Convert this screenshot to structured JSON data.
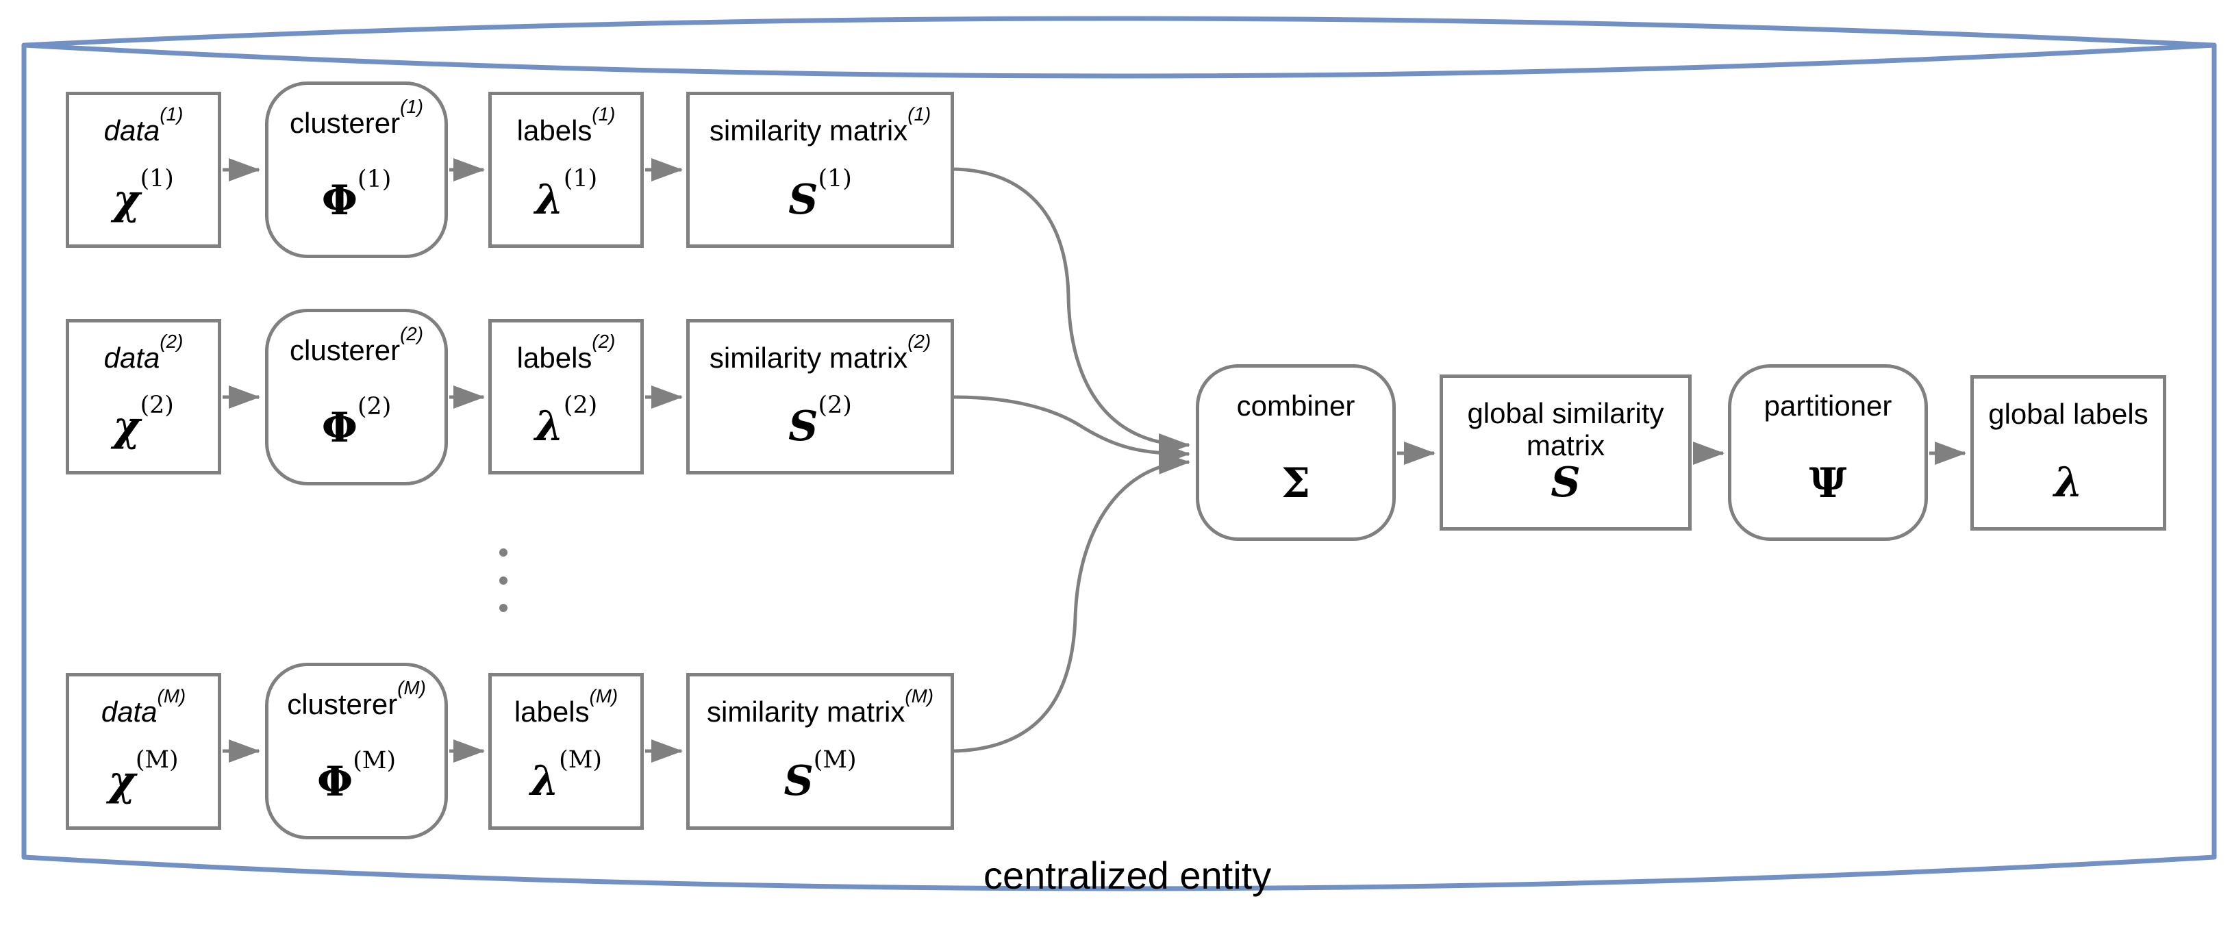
{
  "container": {
    "label": "centralized entity",
    "shape": "cylinder",
    "border_color": "#7191c4"
  },
  "colors": {
    "node_border": "#808080",
    "connector": "#808080",
    "text": "#000000",
    "background": "#ffffff"
  },
  "rows": [
    {
      "sup": "(1)",
      "cells": [
        {
          "title": "data",
          "symbol": "χ"
        },
        {
          "title": "clusterer",
          "symbol": "Φ"
        },
        {
          "title": "labels",
          "symbol": "λ"
        },
        {
          "title": "similarity matrix",
          "symbol": "S"
        }
      ]
    },
    {
      "sup": "(2)",
      "cells": [
        {
          "title": "data",
          "symbol": "χ"
        },
        {
          "title": "clusterer",
          "symbol": "Φ"
        },
        {
          "title": "labels",
          "symbol": "λ"
        },
        {
          "title": "similarity matrix",
          "symbol": "S"
        }
      ]
    },
    {
      "sup": "(M)",
      "cells": [
        {
          "title": "data",
          "symbol": "χ"
        },
        {
          "title": "clusterer",
          "symbol": "Φ"
        },
        {
          "title": "labels",
          "symbol": "λ"
        },
        {
          "title": "similarity matrix",
          "symbol": "S"
        }
      ]
    }
  ],
  "ellipsis": "⋮",
  "central": [
    {
      "title": "combiner",
      "symbol": "Σ"
    },
    {
      "title": "global similarity matrix",
      "symbol": "S"
    },
    {
      "title": "partitioner",
      "symbol": "Ψ"
    },
    {
      "title": "global labels",
      "symbol": "λ"
    }
  ]
}
